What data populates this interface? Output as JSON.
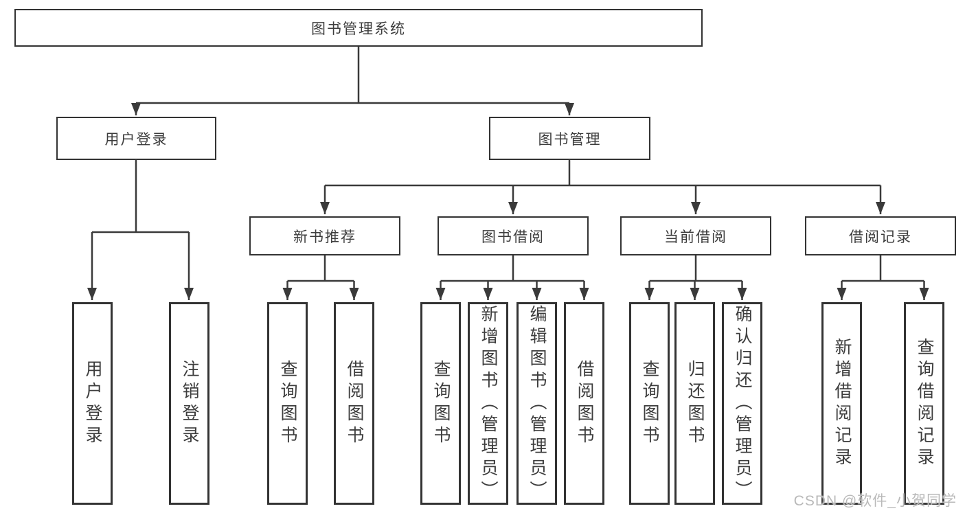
{
  "diagram": {
    "root_label": "图书管理系统",
    "level2": [
      {
        "label": "用户登录"
      },
      {
        "label": "图书管理"
      }
    ],
    "level3": [
      {
        "label": "新书推荐"
      },
      {
        "label": "图书借阅"
      },
      {
        "label": "当前借阅"
      },
      {
        "label": "借阅记录"
      }
    ],
    "leaves": {
      "user_login": [
        {
          "label": "用户登录"
        },
        {
          "label": "注销登录"
        }
      ],
      "new_books": [
        {
          "label": "查询图书"
        },
        {
          "label": "借阅图书"
        }
      ],
      "book_borrow": [
        {
          "label": "查询图书"
        },
        {
          "label": "新增图书（管理员）"
        },
        {
          "label": "编辑图书（管理员）"
        },
        {
          "label": "借阅图书"
        }
      ],
      "current_borrow": [
        {
          "label": "查询图书"
        },
        {
          "label": "归还图书"
        },
        {
          "label": "确认归还（管理员）"
        }
      ],
      "borrow_records": [
        {
          "label": "新增借阅记录"
        },
        {
          "label": "查询借阅记录"
        }
      ]
    }
  },
  "watermark": {
    "text": "CSDN @软件_小贺同学"
  },
  "colors": {
    "background": "#ffffff",
    "line": "#3a3a3a",
    "box_border": "#333333",
    "text": "#3d3d3d",
    "watermark": "#b9b9b9"
  }
}
